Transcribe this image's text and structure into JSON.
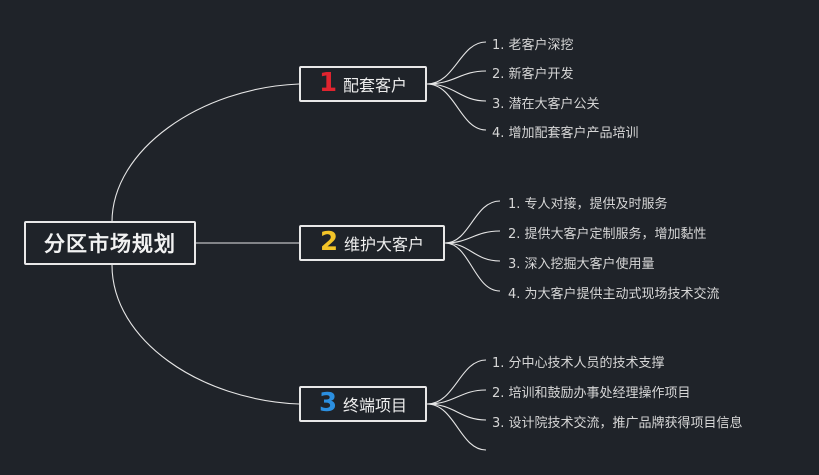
{
  "diagram": {
    "root": {
      "label": "分区市场规划"
    },
    "branches": [
      {
        "number": "1",
        "number_color": "#e0242f",
        "label": "配套客户",
        "items": [
          "1. 老客户深挖",
          "2. 新客户开发",
          "3. 潜在大客户公关",
          "4. 增加配套客户产品培训"
        ]
      },
      {
        "number": "2",
        "number_color": "#f3c428",
        "label": "维护大客户",
        "items": [
          "1. 专人对接，提供及时服务",
          "2. 提供大客户定制服务，增加黏性",
          "3. 深入挖掘大客户使用量",
          "4. 为大客户提供主动式现场技术交流"
        ]
      },
      {
        "number": "3",
        "number_color": "#2b8fe0",
        "label": "终端项目",
        "items": [
          "1. 分中心技术人员的技术支撑",
          "2. 培训和鼓励办事处经理操作项目",
          "3. 设计院技术交流，推广品牌获得项目信息"
        ]
      }
    ]
  }
}
